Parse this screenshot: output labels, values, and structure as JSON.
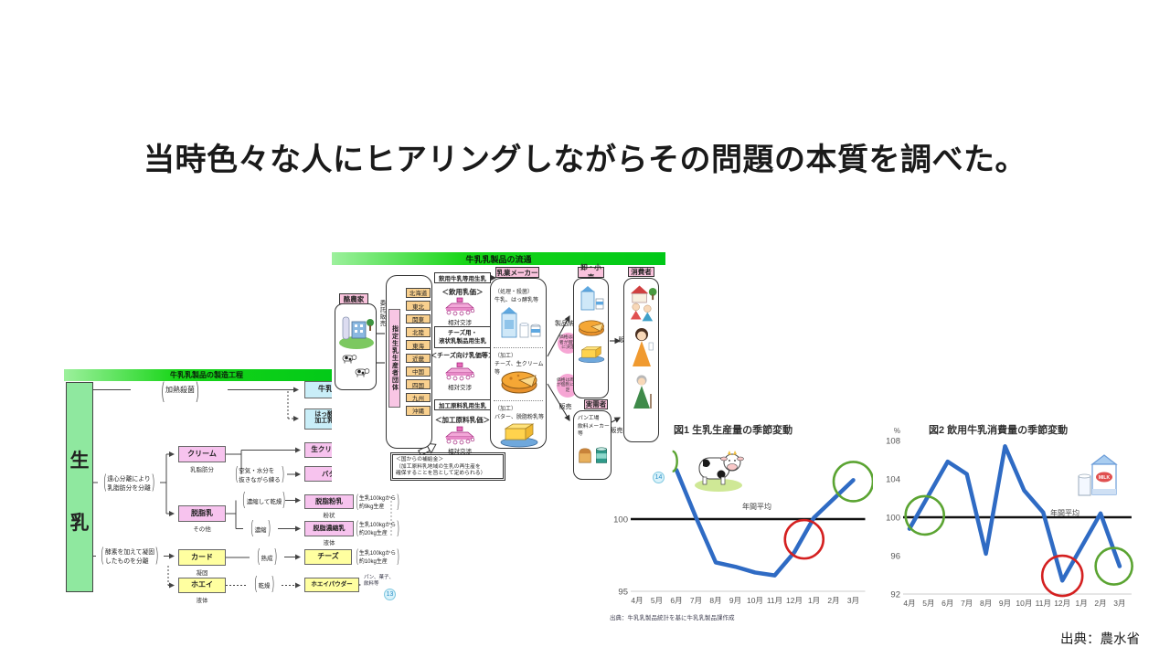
{
  "slide": {
    "title": "当時色々な人にヒアリングしながらその問題の本質を調べた。",
    "source": "出典：農水省"
  },
  "colors": {
    "chart_line": "#2f6bc4",
    "avg_line": "#111111",
    "annotation_red": "#d42020",
    "annotation_green": "#5ba432",
    "banner_green": "#00c818",
    "box_pink": "#f7c3ee",
    "box_cyan": "#c9eef8",
    "box_yellow": "#ffffa0",
    "box_orange": "#f9d08e",
    "label_pink": "#f9c2dc"
  },
  "process": {
    "banner": "牛乳乳製品の製造工程",
    "raw_milk_chars": [
      "生",
      "乳"
    ],
    "heat": "加熱殺菌",
    "centrifuge_lines": [
      "遠心分離により",
      "乳脂肪分を分離"
    ],
    "enzyme_lines": [
      "酵素を加えて凝固",
      "したものを分離"
    ],
    "cream": "クリーム",
    "cream_sub": "乳脂肪分",
    "knead_lines": [
      "空気・水分を",
      "抜きながら練る"
    ],
    "skim_milk": "脱脂乳",
    "skim_sub": "その他",
    "dry": "濃縮して乾燥",
    "concentrate": "濃縮",
    "curd": "カード",
    "curd_sub": "凝固",
    "ripen": "熟成",
    "whey": "ホエイ",
    "whey_sub": "液体",
    "dry2": "乾燥",
    "products": {
      "milk": "牛乳",
      "fermented_lines": [
        "はっ酵乳",
        "加工乳等"
      ],
      "fresh_cream": "生クリーム",
      "butter": "バター",
      "skim_powder": "脱脂粉乳",
      "skim_powder_sub": "粉状",
      "skim_powder_note": [
        "生乳100kgから",
        "約9kg生産"
      ],
      "skim_conc": "脱脂濃縮乳",
      "skim_conc_sub": "液体",
      "skim_conc_note": [
        "生乳100kgから",
        "約20kg生産"
      ],
      "cheese": "チーズ",
      "cheese_note": [
        "生乳100kgから",
        "約10kg生産"
      ],
      "whey_powder": "ホエイパウダー",
      "whey_powder_use": [
        "パン、菓子、",
        "飲料等"
      ]
    },
    "badge": "13"
  },
  "distribution": {
    "banner": "牛乳乳製品の流通",
    "farmer": "酪農家",
    "consign": "委託販売",
    "org": "指定生乳生産者団体",
    "regions": [
      "北海道",
      "東北",
      "関東",
      "北陸",
      "東海",
      "近畿",
      "中国",
      "四国",
      "九州",
      "沖縄"
    ],
    "drinking_milk": "飲用牛乳等用生乳",
    "drinking_price": "＜飲用乳価＞",
    "nego": "相対交渉",
    "cheese_milk_lines": [
      "チーズ用・",
      "液状乳製品用生乳"
    ],
    "cheese_price": "＜チーズ向け乳価等＞",
    "processing_milk": "加工原料乳用生乳",
    "processing_price": "＜加工原料乳価＞",
    "subsidy_lines": [
      "＜国からの補給金＞",
      "（加工原料乳地域の生乳の再生産を",
      "確保することを旨として定められる）"
    ],
    "maker": "乳業メーカー",
    "maker_rows": [
      {
        "tag": "（処理・殺菌）",
        "desc": "牛乳、はっ酵乳等"
      },
      {
        "tag": "（加工）",
        "desc": "チーズ、生クリーム等"
      },
      {
        "tag": "（加工）",
        "desc": "バター、脱脂粉乳等"
      }
    ],
    "delivery": "製品納入",
    "price_oval1_lines": [
      "価格は両",
      "者が個別",
      "に決定"
    ],
    "price_oval2_lines": [
      "価格は両者",
      "が個別に決",
      "定"
    ],
    "wholesale": "卸・小売",
    "consumer": "消費者",
    "jitsuju": "実需者",
    "jitsuju_lines": [
      "パン工場",
      "飲料メーカー",
      "等"
    ],
    "sale": "販売",
    "badge": "14"
  },
  "figure1": {
    "title": "図1 生乳生産量の季節変動",
    "avg_label": "年間平均",
    "source": "出典：牛乳乳製品統計を基に牛乳乳製品課作成"
  },
  "figure2": {
    "title": "図2 飲用牛乳消費量の季節変動",
    "avg_label": "年間平均",
    "milk_label": "MILK"
  },
  "chart_data": [
    {
      "type": "line",
      "title": "図1 生乳生産量の季節変動",
      "x": [
        "4月",
        "5月",
        "6月",
        "7月",
        "8月",
        "9月",
        "10月",
        "11月",
        "12月",
        "1月",
        "2月",
        "3月"
      ],
      "series": [
        {
          "values": [
            null,
            null,
            103.4,
            100.1,
            97.0,
            96.7,
            96.3,
            96.1,
            97.7,
            100.1,
            101.4,
            102.7
          ]
        }
      ],
      "average_line": {
        "label": "年間平均",
        "value": 100
      },
      "yticks": [
        100,
        95
      ],
      "grid": false,
      "annotations": [
        {
          "shape": "arc",
          "month_index": 1.8,
          "value": 104.0,
          "color": "#5ba432"
        },
        {
          "shape": "circle",
          "month_index": 8.5,
          "value": 98.6,
          "r": 21,
          "color": "#d42020"
        },
        {
          "shape": "circle",
          "month_index": 11,
          "value": 102.6,
          "r": 21.5,
          "color": "#5ba432"
        }
      ]
    },
    {
      "type": "line",
      "title": "図2 飲用牛乳消費量の季節変動",
      "x": [
        "4月",
        "5月",
        "6月",
        "7月",
        "8月",
        "9月",
        "10月",
        "11月",
        "12月",
        "1月",
        "2月",
        "3月"
      ],
      "series": [
        {
          "values": [
            98.8,
            102.3,
            105.8,
            104.5,
            96.2,
            107.4,
            102.8,
            100.5,
            93.4,
            96.9,
            100.4,
            94.9
          ]
        }
      ],
      "average_line": {
        "label": "年間平均",
        "value": 100
      },
      "yticks": [
        108,
        104,
        100,
        96,
        92
      ],
      "unit": "%",
      "ylim": [
        92,
        108
      ],
      "grid": false,
      "annotations": [
        {
          "shape": "circle",
          "month_index": 0.8,
          "value": 100.2,
          "r": 21,
          "color": "#5ba432"
        },
        {
          "shape": "circle",
          "month_index": 8.0,
          "value": 93.9,
          "r": 22,
          "color": "#d42020"
        },
        {
          "shape": "circle",
          "month_index": 10.7,
          "value": 94.9,
          "r": 20,
          "color": "#5ba432"
        }
      ]
    }
  ]
}
